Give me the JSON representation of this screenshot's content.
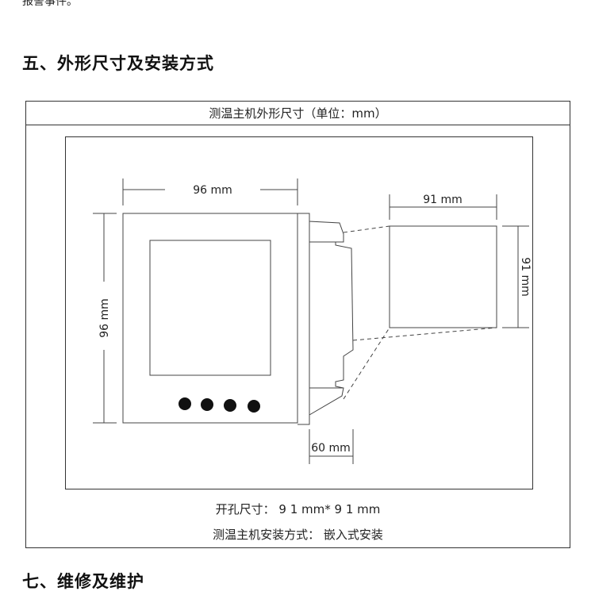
{
  "top_fragment": "报警事件。",
  "section5": {
    "title": "五、外形尺寸及安装方式"
  },
  "table": {
    "caption": "测温主机外形尺寸（单位：mm）",
    "dims": {
      "front_width": "96 mm",
      "front_height": "96 mm",
      "depth": "60 mm",
      "cutout_width": "91 mm",
      "cutout_height": "91 mm"
    },
    "cutout_note": "开孔尺寸：  9 1 mm* 9 1 mm",
    "mount_note": "测温主机安装方式：  嵌入式安装"
  },
  "section7": {
    "title": "七、维修及维护"
  },
  "colors": {
    "line": "#333333",
    "panel_fill": "#ffffff",
    "button_fill": "#111111"
  }
}
